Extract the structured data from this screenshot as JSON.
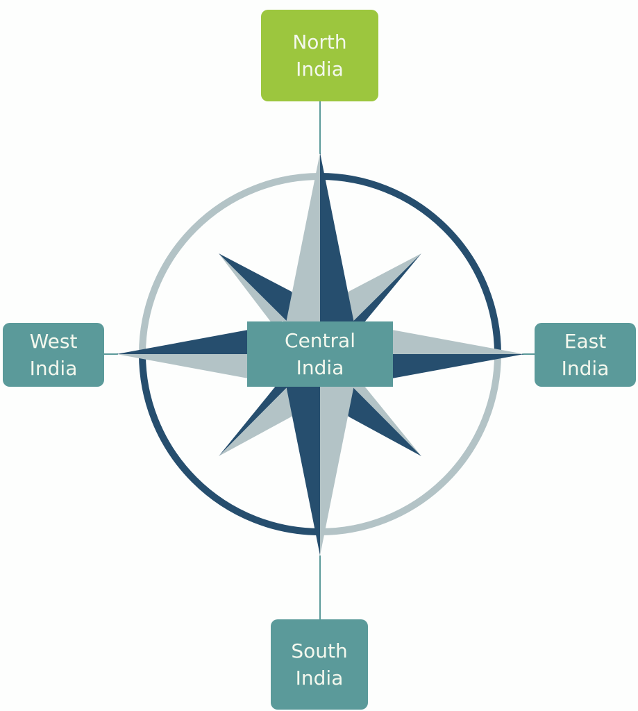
{
  "diagram": {
    "title": "India regions compass",
    "nodes": {
      "north": {
        "line1": "North",
        "line2": "India",
        "color": "#9cc63e"
      },
      "west": {
        "line1": "West",
        "line2": "India",
        "color": "#5b9a9a"
      },
      "central": {
        "line1": "Central",
        "line2": "India",
        "color": "#5b9a9a"
      },
      "east": {
        "line1": "East",
        "line2": "India",
        "color": "#5b9a9a"
      },
      "south": {
        "line1": "South",
        "line2": "India",
        "color": "#5b9a9a"
      }
    },
    "colors": {
      "dark": "#264e6e",
      "light": "#b3c3c6",
      "connector": "#5b9a9a"
    }
  }
}
